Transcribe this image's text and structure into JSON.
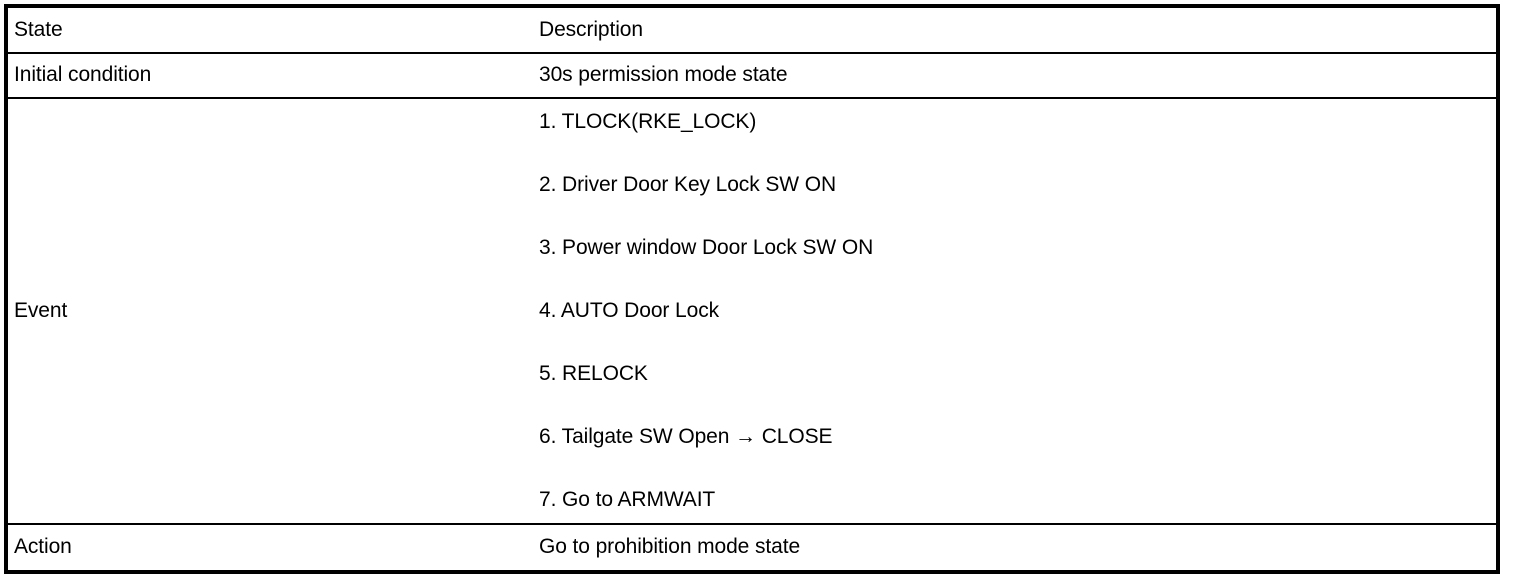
{
  "document": {
    "kind": "specification-table",
    "background_color": "#ffffff",
    "text_color": "#000000",
    "border_color": "#000000"
  },
  "table": {
    "columns": [
      {
        "key": "state",
        "header": "State"
      },
      {
        "key": "description",
        "header": "Description"
      }
    ],
    "rows": [
      {
        "state": "Initial condition",
        "description": "30s permission mode state"
      },
      {
        "state": "Event",
        "description_items": [
          "1. TLOCK(RKE_LOCK)",
          "2. Driver Door Key Lock SW ON",
          "3. Power window Door Lock SW ON",
          "4. AUTO Door Lock",
          "5. RELOCK",
          "6. Tailgate SW Open → CLOSE",
          "7. Go to ARMWAIT"
        ]
      },
      {
        "state": "Action",
        "description": "Go to prohibition mode state"
      }
    ]
  }
}
